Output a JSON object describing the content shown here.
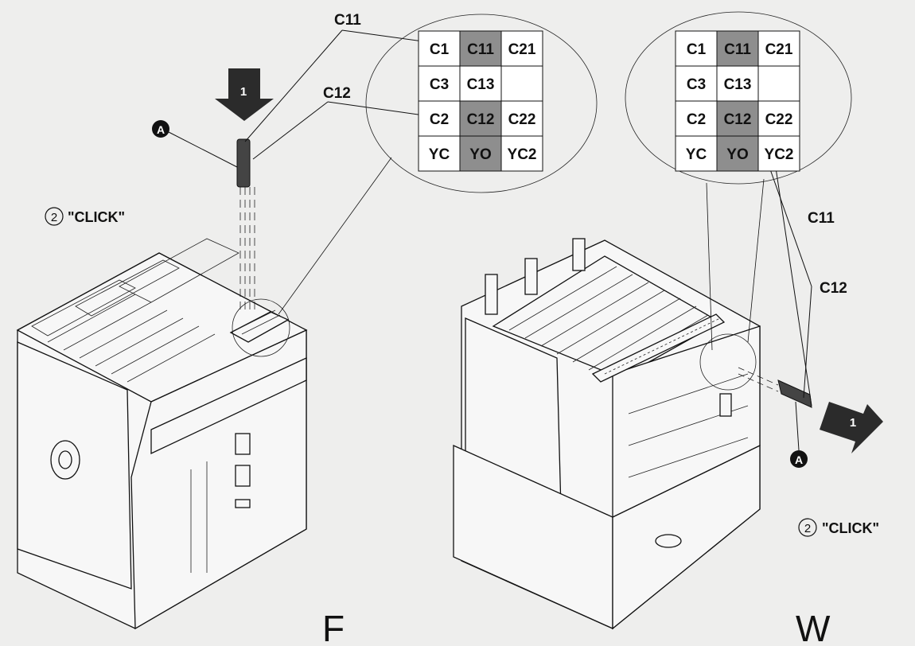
{
  "labels": {
    "c11": "C11",
    "c12": "C12",
    "step1": "1",
    "step2_num": "2",
    "click": "\"CLICK\"",
    "a": "A",
    "fixed": "F",
    "withdrawable": "W"
  },
  "left_table": [
    [
      "C1",
      "C11",
      "C21"
    ],
    [
      "C3",
      "C13",
      ""
    ],
    [
      "C2",
      "C12",
      "C22"
    ],
    [
      "YC",
      "YO",
      "YC2"
    ]
  ],
  "right_table": [
    [
      "C1",
      "C11",
      "C21"
    ],
    [
      "C3",
      "C13",
      ""
    ],
    [
      "C2",
      "C12",
      "C22"
    ],
    [
      "YC",
      "YO",
      "YC2"
    ]
  ],
  "colors": {
    "background": "#eeeeed",
    "highlight_cell": "#8e8e8e",
    "arrow": "#2b2b2b"
  }
}
